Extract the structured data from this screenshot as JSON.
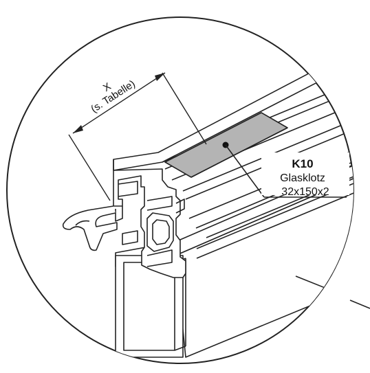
{
  "dimension": {
    "symbol": "X",
    "note": "(s. Tabelle)"
  },
  "part_label": {
    "code": "K10",
    "name": "Glasklotz",
    "dimensions": "32x150x2"
  },
  "colors": {
    "line": "#222222",
    "glass_block_fill": "#b4b4b4",
    "background": "#ffffff"
  }
}
